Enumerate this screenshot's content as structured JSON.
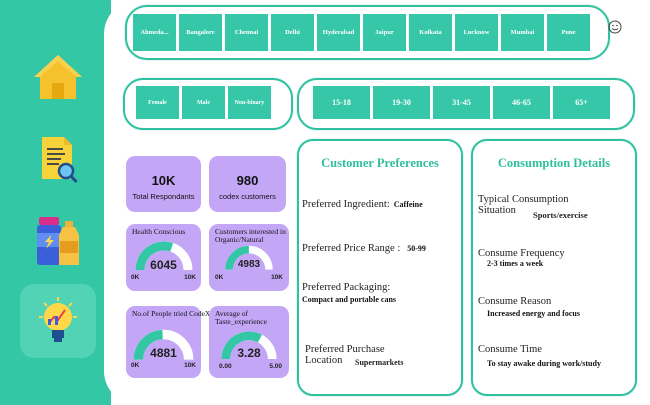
{
  "nav": {
    "items": [
      {
        "name": "home-icon"
      },
      {
        "name": "document-search-icon"
      },
      {
        "name": "energy-drink-icon"
      },
      {
        "name": "insight-bulb-icon"
      }
    ]
  },
  "cities": [
    "Ahmeda...",
    "Bangalore",
    "Chennai",
    "Delhi",
    "Hyderabad",
    "Jaipur",
    "Kolkata",
    "Lucknow",
    "Mumbai",
    "Pune"
  ],
  "genders": [
    "Female",
    "Male",
    "Non-binary"
  ],
  "age_groups": [
    "15-18",
    "19-30",
    "31-45",
    "46-65",
    "65+"
  ],
  "kpis": {
    "respondents": {
      "value": "10K",
      "label": "Total Respondants"
    },
    "codex_customers": {
      "value": "980",
      "label": "codex customers"
    }
  },
  "gauges": {
    "health": {
      "title": "Health Conscious",
      "value": "6045",
      "min": "0K",
      "max": "10K",
      "fraction": 0.6045
    },
    "organic": {
      "title": "Customers interested in Organic/Natural",
      "value": "4983",
      "min": "0K",
      "max": "10K",
      "fraction": 0.4983
    },
    "tried": {
      "title": "No.of People tried CodeX",
      "value": "4881",
      "min": "0K",
      "max": "10K",
      "fraction": 0.4881
    },
    "taste": {
      "title": "Average of Taste_experience",
      "value": "3.28",
      "min": "0.00",
      "max": "5.00",
      "fraction": 0.656
    }
  },
  "preferences": {
    "title": "Customer Preferences",
    "ingredient_label": "Preferred Ingredient:",
    "ingredient_value": "Caffeine",
    "price_label": "Preferred Price Range :",
    "price_value": "50-99",
    "packaging_label": "Preferred Packaging:",
    "packaging_value": "Compact and portable cans",
    "purchase_label_1": "Preferred Purchase",
    "purchase_label_2": "Location",
    "purchase_value": "Supermarkets"
  },
  "consumption": {
    "title": "Consumption Details",
    "situation_label_1": "Typical Consumption",
    "situation_label_2": "Situation",
    "situation_value": "Sports/exercise",
    "frequency_label": "Consume Frequency",
    "frequency_value": "2-3 times a week",
    "reason_label": "Consume Reason",
    "reason_value": "Increased energy and focus",
    "time_label": "Consume Time",
    "time_value": "To stay awake during work/study"
  },
  "colors": {
    "teal": "#33c7a6",
    "purple": "#c4a6f7",
    "gauge_fill": "#33c7a6",
    "gauge_track": "#ffffff"
  }
}
